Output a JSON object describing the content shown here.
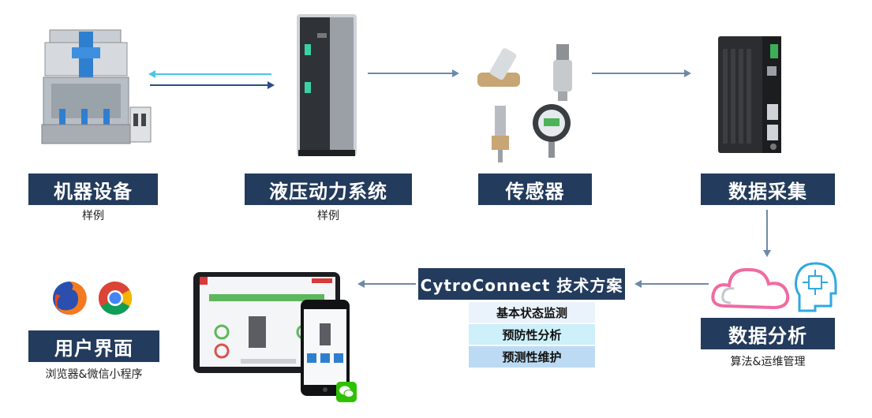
{
  "nodes": {
    "machine": {
      "title": "机器设备",
      "subtitle": "样例"
    },
    "hydraulic": {
      "title": "液压动力系统",
      "subtitle": "样例"
    },
    "sensor": {
      "title": "传感器"
    },
    "collection": {
      "title": "数据采集"
    },
    "analysis": {
      "title": "数据分析",
      "subtitle": "算法&运维管理"
    },
    "ui": {
      "title": "用户界面",
      "subtitle": "浏览器&微信小程序"
    }
  },
  "solution": {
    "title": "CytroConnect 技术方案",
    "items": [
      "基本状态监测",
      "预防性分析",
      "预测性维护"
    ]
  },
  "colors": {
    "label_bg": "#233b5c",
    "arrow": "#6d8aa8",
    "arrow_back": "#4fc3e8",
    "row1": "#eaf2fb",
    "row2": "#cdf0fa",
    "row3": "#bcdaf3",
    "screen_green": "#5cb85c"
  }
}
